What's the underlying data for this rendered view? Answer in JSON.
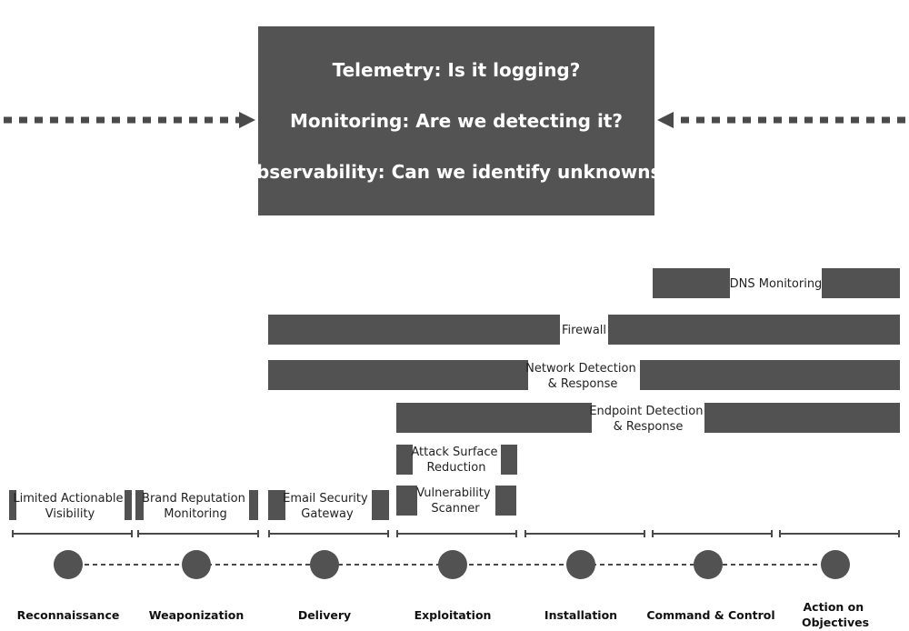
{
  "colors": {
    "bar": "#525252",
    "box": "#535353",
    "text": "#222222",
    "background": "#ffffff"
  },
  "questions": [
    "Telemetry: Is it logging?",
    "Monitoring: Are we detecting it?",
    "Observability: Can we identify unknowns?"
  ],
  "stages": [
    {
      "label": [
        "Reconnaissance"
      ]
    },
    {
      "label": [
        "Weaponization"
      ]
    },
    {
      "label": [
        "Delivery"
      ]
    },
    {
      "label": [
        "Exploitation"
      ]
    },
    {
      "label": [
        "Installation"
      ]
    },
    {
      "label": [
        "Command & Control"
      ]
    },
    {
      "label": [
        "Action on",
        "Objectives"
      ]
    }
  ],
  "controls": [
    {
      "id": "dns-monitoring",
      "label": [
        "DNS Monitoring"
      ]
    },
    {
      "id": "firewall",
      "label": [
        "Firewall"
      ]
    },
    {
      "id": "network-detection-response",
      "label": [
        "Network Detection",
        "& Response"
      ]
    },
    {
      "id": "endpoint-detection-response",
      "label": [
        "Endpoint Detection",
        "& Response"
      ]
    },
    {
      "id": "attack-surface-reduction",
      "label": [
        "Attack Surface",
        "Reduction"
      ]
    },
    {
      "id": "vulnerability-scanner",
      "label": [
        "Vulnerability",
        "Scanner"
      ]
    },
    {
      "id": "limited-actionable-visibility",
      "label": [
        "Limited Actionable",
        "Visibility"
      ]
    },
    {
      "id": "brand-reputation-monitoring",
      "label": [
        "Brand Reputation",
        "Monitoring"
      ]
    },
    {
      "id": "email-security-gateway",
      "label": [
        "Email Security",
        "Gateway"
      ]
    }
  ]
}
